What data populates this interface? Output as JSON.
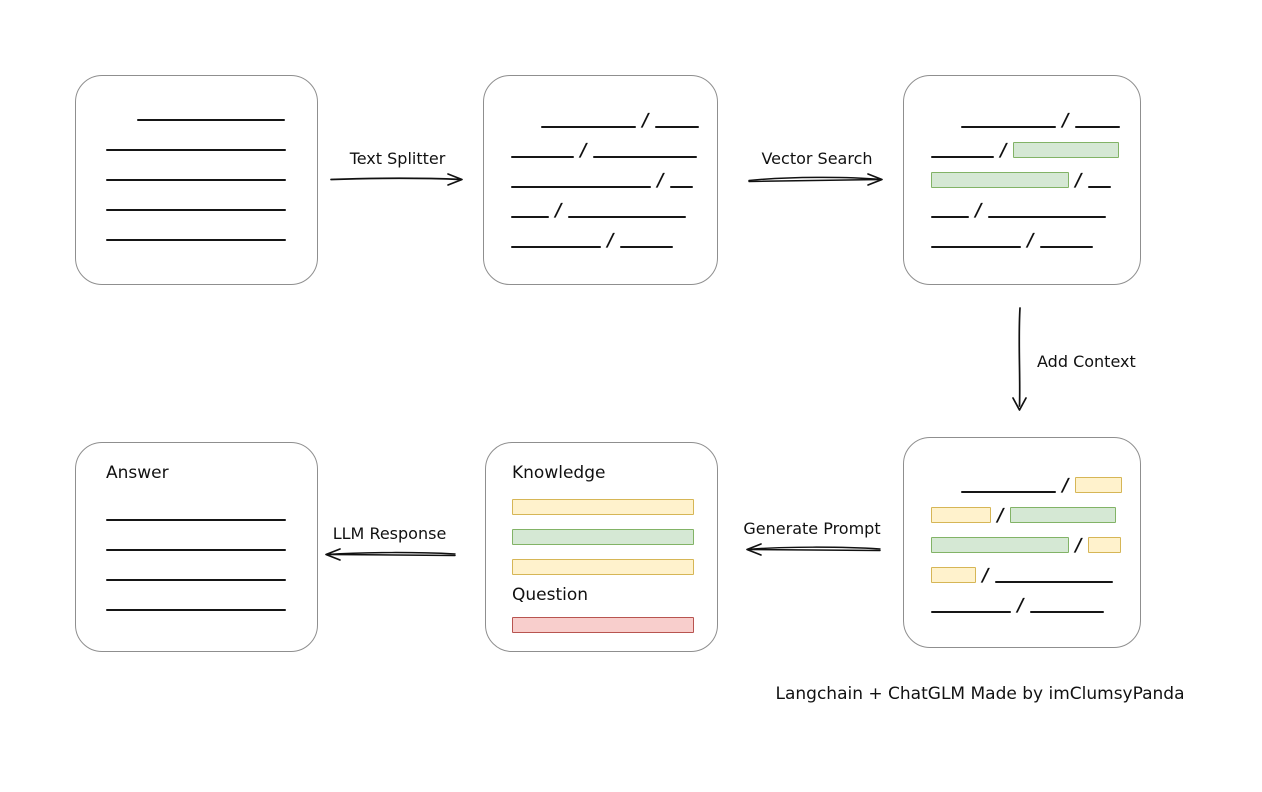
{
  "footer": {
    "text": "Langchain + ChatGLM Made by imClumsyPanda"
  },
  "arrows": {
    "text_splitter": {
      "label": "Text Splitter",
      "direction": "right"
    },
    "vector_search": {
      "label": "Vector Search",
      "direction": "right"
    },
    "add_context": {
      "label": "Add Context",
      "direction": "down"
    },
    "generate_prompt": {
      "label": "Generate Prompt",
      "direction": "left"
    },
    "llm_response": {
      "label": "LLM Response",
      "direction": "left"
    }
  },
  "colors": {
    "chunk_green_fill": "#d5e8d4",
    "chunk_green_border": "#82b366",
    "chunk_yellow_fill": "#fff2cc",
    "chunk_yellow_border": "#d6b656",
    "chunk_red_fill": "#f8cecc",
    "chunk_red_border": "#b85450",
    "box_border": "#8f8f8f",
    "line_color": "#161616"
  },
  "boxes": {
    "document": {
      "rows": [
        [
          "sp:31",
          "line:148"
        ],
        [
          "line:180"
        ],
        [
          "line:180"
        ],
        [
          "line:180"
        ],
        [
          "line:180"
        ]
      ]
    },
    "split_chunks": {
      "rows": [
        [
          "sp:30",
          "line:95",
          "slash",
          "line:44"
        ],
        [
          "line:63",
          "slash",
          "line:104"
        ],
        [
          "line:140",
          "slash",
          "line:23"
        ],
        [
          "line:38",
          "slash",
          "line:118"
        ],
        [
          "line:90",
          "slash",
          "line:53"
        ]
      ]
    },
    "vector_chunks": {
      "rows": [
        [
          "sp:30",
          "line:95",
          "slash",
          "line:45"
        ],
        [
          "line:63",
          "slash",
          "green:106"
        ],
        [
          "green:138",
          "slash",
          "line:23"
        ],
        [
          "line:38",
          "slash",
          "line:118"
        ],
        [
          "line:90",
          "slash",
          "line:53"
        ]
      ]
    },
    "context_chunks": {
      "rows": [
        [
          "sp:30",
          "line:95",
          "slash",
          "yellow:47"
        ],
        [
          "yellow:60",
          "slash",
          "green:106"
        ],
        [
          "green:138",
          "slash",
          "yellow:33"
        ],
        [
          "yellow:45",
          "slash",
          "line:118"
        ],
        [
          "line:80",
          "slash",
          "line:74"
        ]
      ]
    },
    "prompt": {
      "knowledge_label": "Knowledge",
      "knowledge_rows": [
        [
          "yellow:182"
        ],
        [
          "green:182"
        ],
        [
          "yellow:182"
        ]
      ],
      "question_label": "Question",
      "question_rows": [
        [
          "red:182"
        ]
      ]
    },
    "answer": {
      "label": "Answer",
      "rows": [
        [
          "line:180"
        ],
        [
          "line:180"
        ],
        [
          "line:180"
        ],
        [
          "line:180"
        ]
      ]
    }
  }
}
